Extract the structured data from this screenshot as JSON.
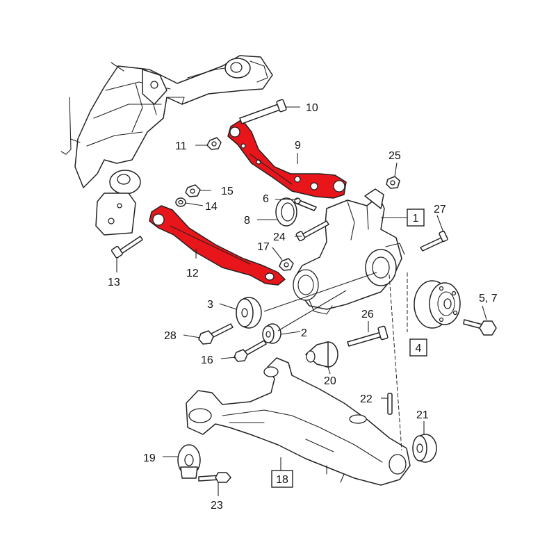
{
  "colors": {
    "highlight": "#e8151b",
    "line": "#222222",
    "background": "#ffffff"
  },
  "callouts": {
    "c1": "1",
    "c2": "2",
    "c3": "3",
    "c4": "4",
    "c57": "5, 7",
    "c6": "6",
    "c8": "8",
    "c9": "9",
    "c10": "10",
    "c11": "11",
    "c12": "12",
    "c13": "13",
    "c14": "14",
    "c15": "15",
    "c16": "16",
    "c17": "17",
    "c18": "18",
    "c19": "19",
    "c20": "20",
    "c21": "21",
    "c22": "22",
    "c23": "23",
    "c24": "24",
    "c25": "25",
    "c26": "26",
    "c27": "27",
    "c28": "28"
  },
  "highlighted_parts": [
    "9",
    "12"
  ],
  "boxed_callouts": [
    "1",
    "4",
    "18"
  ]
}
